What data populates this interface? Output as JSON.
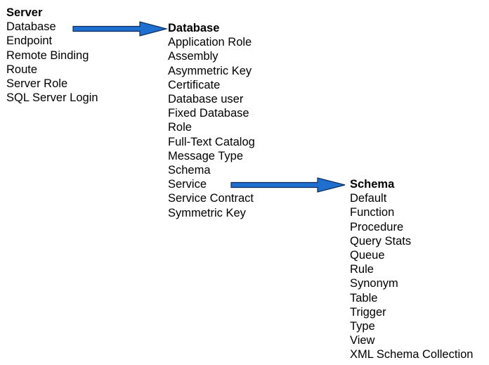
{
  "colors": {
    "arrow_fill": "#1f6fd1",
    "arrow_stroke": "#0b2c5a",
    "text": "#000000"
  },
  "columns": [
    {
      "heading": "Server",
      "items": [
        "Database",
        "Endpoint",
        "Remote Binding",
        "Route",
        "Server Role",
        "SQL Server Login"
      ]
    },
    {
      "heading": "Database",
      "items": [
        "Application Role",
        "Assembly",
        "Asymmetric Key",
        "Certificate",
        "Database user",
        "Fixed Database",
        "Role",
        "Full-Text Catalog",
        "Message Type",
        "Schema",
        "Service",
        "Service Contract",
        "Symmetric Key"
      ]
    },
    {
      "heading": "Schema",
      "items": [
        "Default",
        "Function",
        "Procedure",
        "Query Stats",
        "Queue",
        "Rule",
        "Synonym",
        "Table",
        "Trigger",
        "Type",
        "View",
        "XML Schema Collection"
      ]
    }
  ],
  "arrows": [
    {
      "from": "Server.Database",
      "to": "Database"
    },
    {
      "from": "Database.Service",
      "to": "Schema"
    }
  ]
}
